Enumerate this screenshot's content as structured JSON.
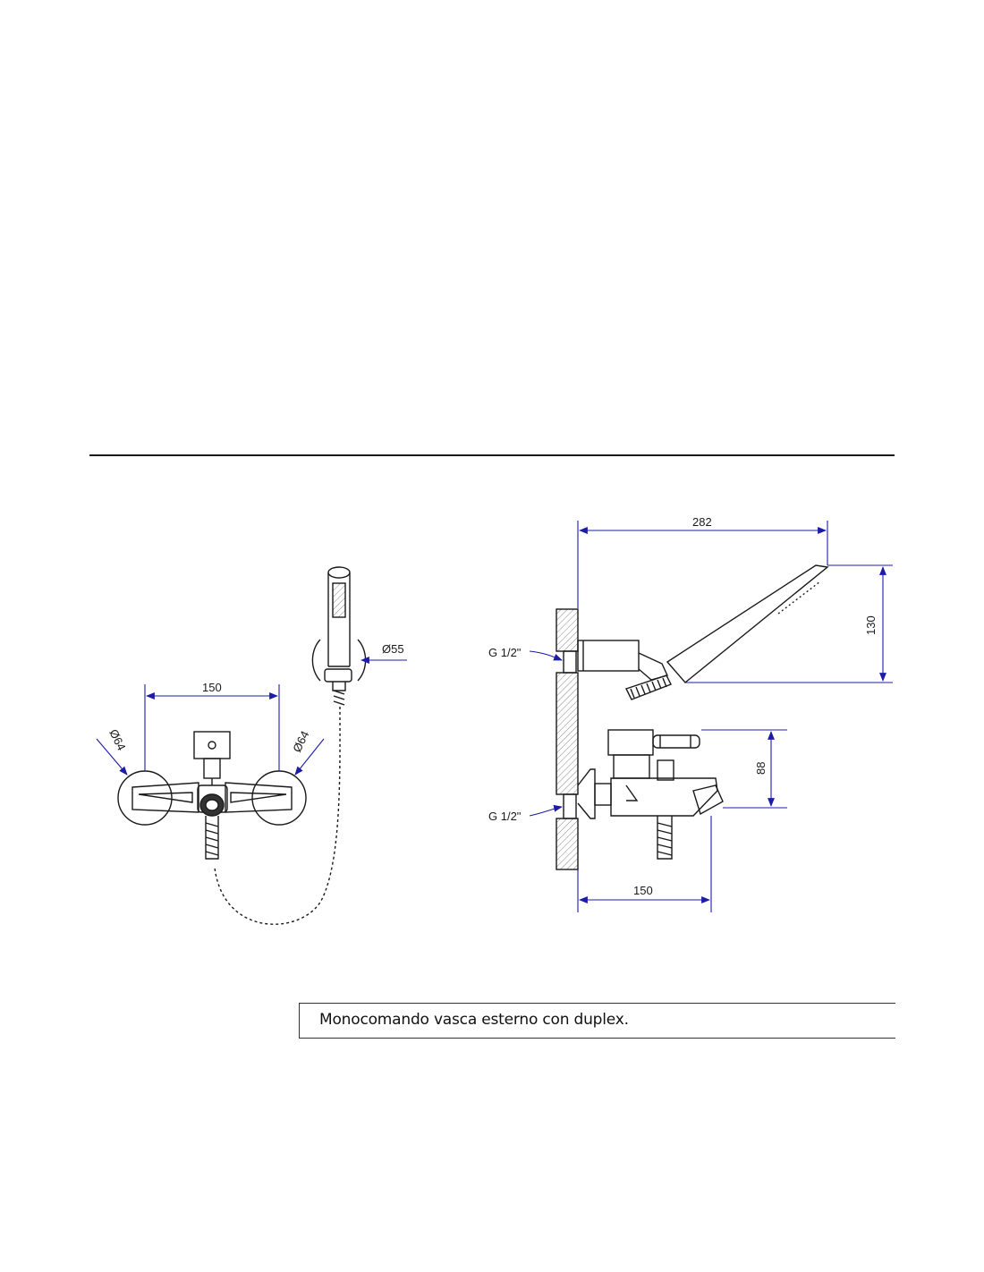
{
  "colors": {
    "dimension": "#1c1ca8",
    "line": "#1a1a1a"
  },
  "front_view": {
    "width_label": "150",
    "left_flange_label": "Ø64",
    "right_flange_label": "Ø64",
    "hand_shower_holder_label": "Ø55"
  },
  "side_view": {
    "total_length_label": "282",
    "shower_height_label": "130",
    "spout_height_label": "88",
    "base_length_label": "150",
    "upper_connection_label": "G 1/2\"",
    "lower_connection_label": "G 1/2\""
  },
  "caption": {
    "text": "Monocomando vasca esterno con duplex."
  }
}
